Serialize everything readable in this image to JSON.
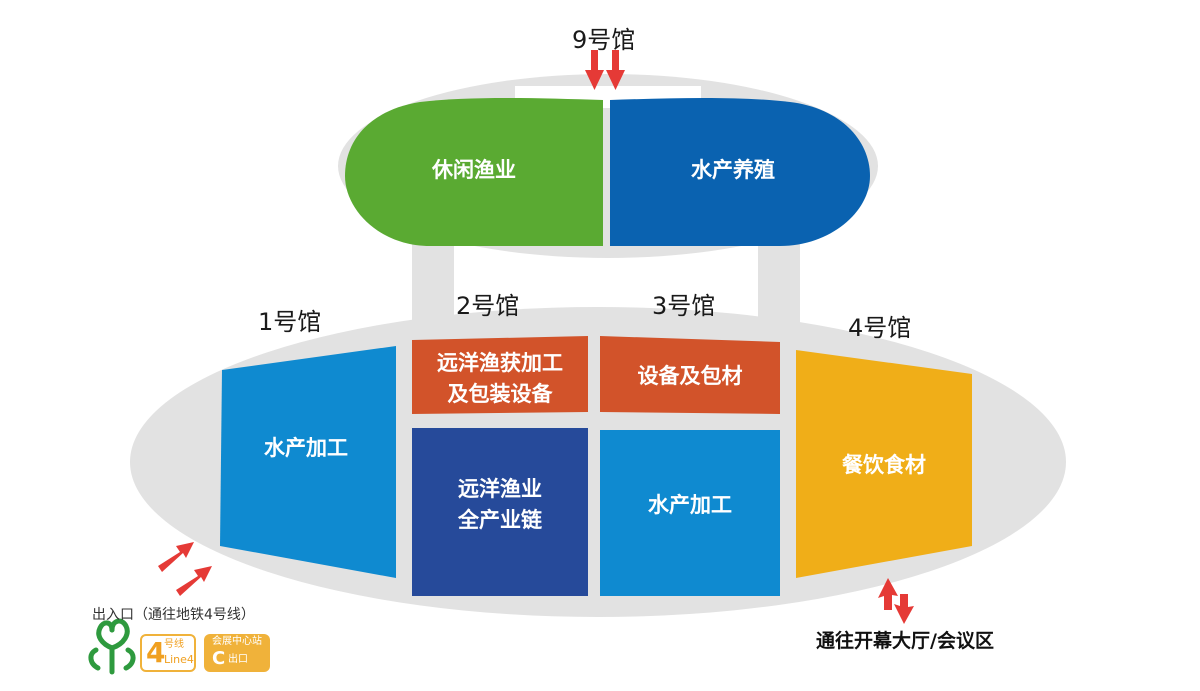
{
  "halls": {
    "h9": "9号馆",
    "h1": "1号馆",
    "h2": "2号馆",
    "h3": "3号馆",
    "h4": "4号馆"
  },
  "zones": {
    "leisure_fishery": "休闲渔业",
    "aquaculture": "水产养殖",
    "h1_processing": "水产加工",
    "h2_equipment_line1": "远洋渔获加工",
    "h2_equipment_line2": "及包装设备",
    "h2_chain_line1": "远洋渔业",
    "h2_chain_line2": "全产业链",
    "h3_packaging": "设备及包材",
    "h3_processing": "水产加工",
    "h4_catering": "餐饮食材"
  },
  "legend": {
    "title": "出入口（通往地铁4号线）",
    "line_number": "4",
    "line_cn": "号线",
    "line_en": "Line4",
    "exit_station": "会展中心站",
    "exit_letter": "C",
    "exit_label": "出口"
  },
  "to_hall": "通往开幕大厅/会议区",
  "colors": {
    "green": "#5aaa32",
    "dark_blue": "#0a62b0",
    "blue": "#0f8ad0",
    "orange": "#d2532a",
    "navy": "#264a9a",
    "yellow": "#f0ae18",
    "gray": "#e2e2e2",
    "arrow_red": "#e53a36",
    "legend_orange": "#f0b23a",
    "legend_green": "#2e9a3e"
  }
}
